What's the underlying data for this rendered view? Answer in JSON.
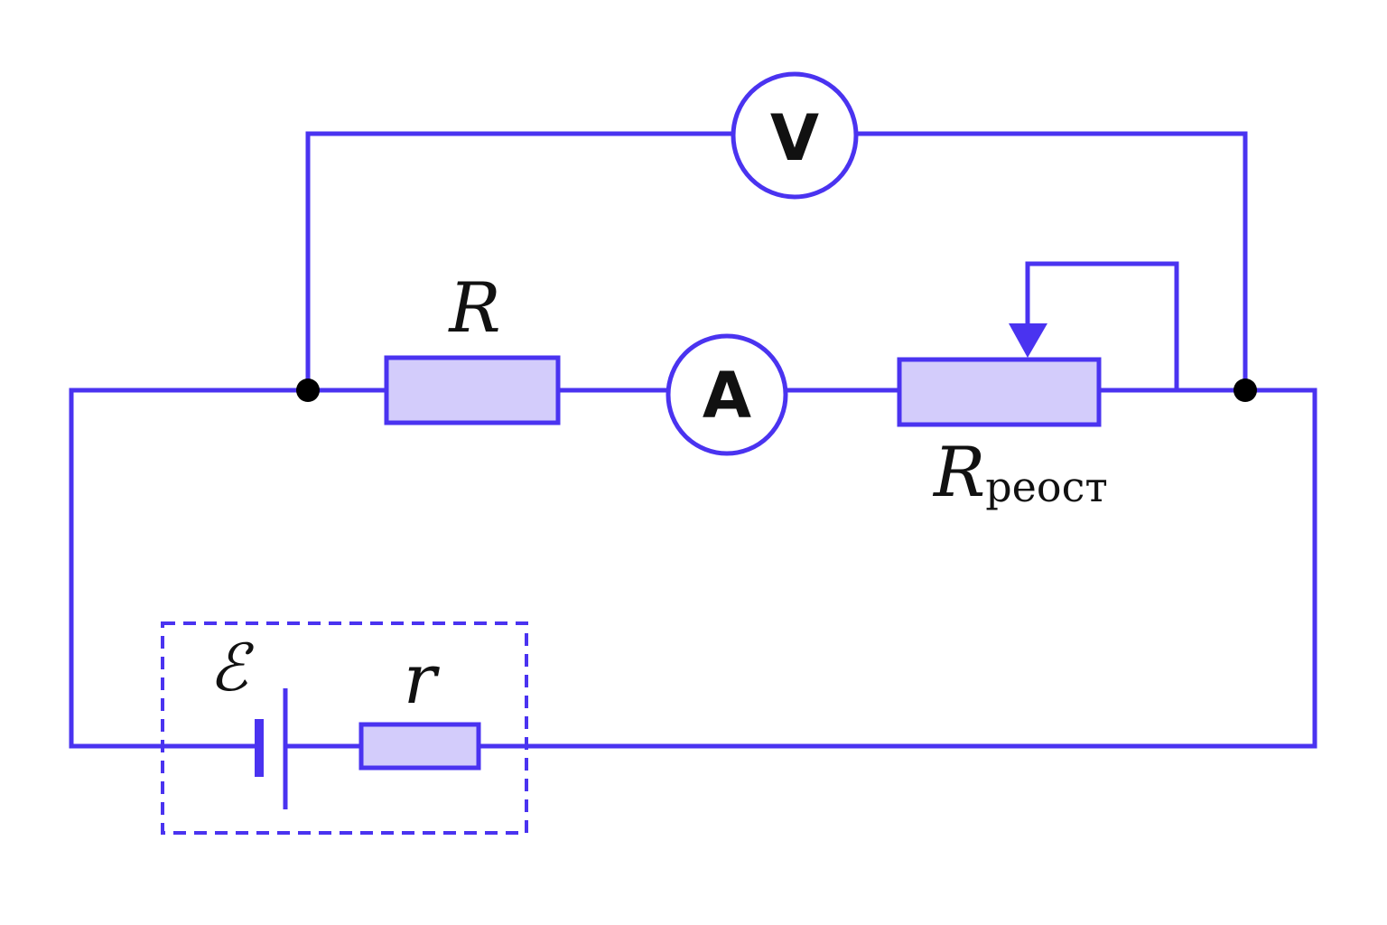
{
  "diagram": {
    "voltmeter_symbol": "V",
    "ammeter_symbol": "A",
    "resistor_label": "R",
    "rheostat_label": "R",
    "rheostat_subscript": "реост",
    "emf_label": "ℰ",
    "internal_resistance_label": "r"
  },
  "colors": {
    "wire": "#4a33f0",
    "resistor_fill": "#d3ccfb",
    "node": "#000000",
    "text": "#111111"
  }
}
